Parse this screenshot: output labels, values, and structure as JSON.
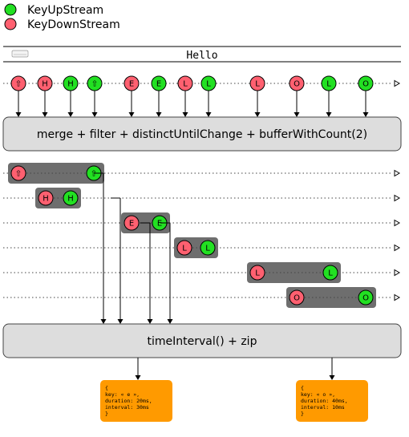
{
  "colors": {
    "up": "#22e022",
    "down": "#ff6070",
    "box_fill": "#dddddd",
    "group_fill": "#6e6e6e",
    "note_fill": "#ff9a00"
  },
  "legend": [
    {
      "label": "KeyUpStream",
      "kind": "up"
    },
    {
      "label": "KeyDownStream",
      "kind": "down"
    }
  ],
  "input": {
    "title": "Hello",
    "icon": "keyboard-icon",
    "marbles": [
      {
        "label": "⇧",
        "kind": "down"
      },
      {
        "label": "H",
        "kind": "down"
      },
      {
        "label": "H",
        "kind": "up"
      },
      {
        "label": "⇧",
        "kind": "up"
      },
      {
        "label": "E",
        "kind": "down"
      },
      {
        "label": "E",
        "kind": "up"
      },
      {
        "label": "L",
        "kind": "down"
      },
      {
        "label": "L",
        "kind": "up"
      },
      {
        "label": "L",
        "kind": "down"
      },
      {
        "label": "O",
        "kind": "down"
      },
      {
        "label": "L",
        "kind": "up"
      },
      {
        "label": "O",
        "kind": "up"
      }
    ]
  },
  "operator1": "merge + filter + distinctUntilChange + bufferWithCount(2)",
  "buffers": [
    [
      {
        "label": "⇧",
        "kind": "down"
      },
      {
        "label": "⇧",
        "kind": "up"
      }
    ],
    [
      {
        "label": "H",
        "kind": "down"
      },
      {
        "label": "H",
        "kind": "up"
      }
    ],
    [
      {
        "label": "E",
        "kind": "down"
      },
      {
        "label": "E",
        "kind": "up"
      }
    ],
    [
      {
        "label": "L",
        "kind": "down"
      },
      {
        "label": "L",
        "kind": "up"
      }
    ],
    [
      {
        "label": "L",
        "kind": "down"
      },
      {
        "label": "L",
        "kind": "up"
      }
    ],
    [
      {
        "label": "O",
        "kind": "down"
      },
      {
        "label": "O",
        "kind": "up"
      }
    ]
  ],
  "operator2": "timeInterval() + zip",
  "outputs": [
    {
      "lines": [
        "{",
        "  key: « e »,",
        "  duration: 20ms,",
        "  interval: 30ms",
        "}"
      ]
    },
    {
      "lines": [
        "{",
        "  key: « o »,",
        "  duration: 40ms,",
        "  interval: 10ms",
        "}"
      ]
    }
  ]
}
